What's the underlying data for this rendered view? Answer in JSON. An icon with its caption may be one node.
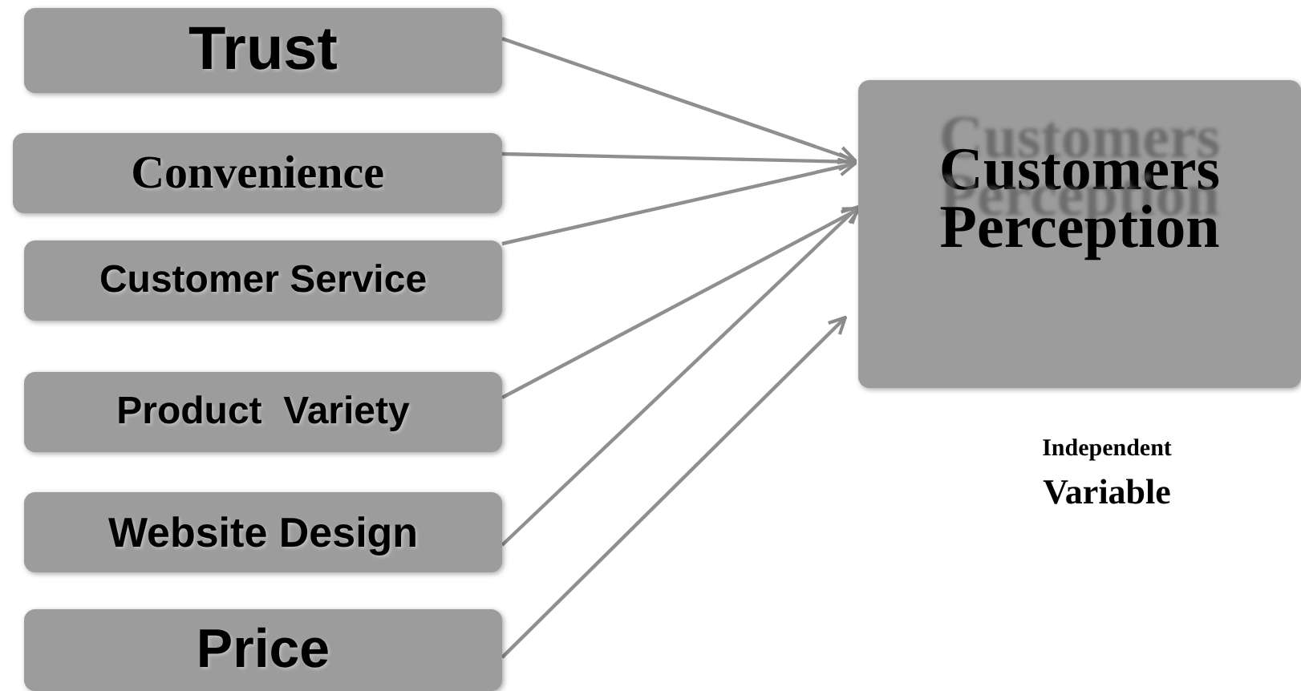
{
  "diagram": {
    "nodes": [
      {
        "text": [
          "Trust"
        ]
      },
      {
        "text": [
          "Convenience"
        ]
      },
      {
        "text": [
          "Customer Service"
        ]
      },
      {
        "text": [
          "Product  Variety"
        ]
      },
      {
        "text": [
          "Website Design"
        ]
      },
      {
        "text": [
          "Price"
        ]
      },
      {
        "text": [
          "Customers Perception"
        ]
      }
    ],
    "edges": [
      {
        "from": 0,
        "to": 6,
        "arrow": "to"
      },
      {
        "from": 1,
        "to": 6,
        "arrow": "to"
      },
      {
        "from": 2,
        "to": 6,
        "arrow": "to"
      },
      {
        "from": 3,
        "to": 6,
        "arrow": "to"
      },
      {
        "from": 4,
        "to": 6,
        "arrow": "to"
      },
      {
        "from": 5,
        "to": 6,
        "arrow": "to"
      }
    ],
    "labels": [
      "Independent",
      "Variable"
    ]
  }
}
